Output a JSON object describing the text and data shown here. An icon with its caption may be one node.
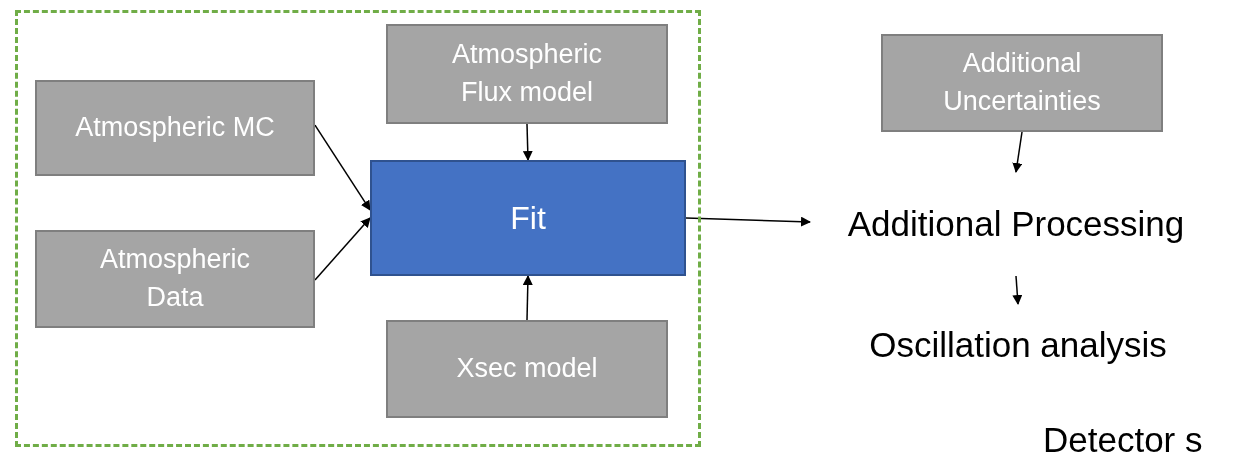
{
  "diagram": {
    "nodes": [
      {
        "text": [],
        "shape": "box"
      },
      {
        "text": [
          "Atmospheric MC"
        ],
        "in": 0
      },
      {
        "text": [
          "Atmospheric Data"
        ],
        "in": 0
      },
      {
        "text": [
          "Atmospheric Flux model"
        ],
        "in": 0
      },
      {
        "text": [
          "Fit"
        ],
        "in": 0
      },
      {
        "text": [
          "Xsec model"
        ],
        "in": 0
      },
      {
        "text": [
          "Additional Uncertainties"
        ]
      },
      {
        "text": [
          "Additional Processing"
        ]
      },
      {
        "text": [
          "Oscillation analysis"
        ]
      }
    ],
    "edges": [
      {
        "from": 1,
        "to": 4,
        "arrow": "to"
      },
      {
        "from": 2,
        "to": 4,
        "arrow": "to"
      },
      {
        "from": 3,
        "to": 4,
        "arrow": "to"
      },
      {
        "from": 5,
        "to": 4,
        "arrow": "to"
      },
      {
        "from": 4,
        "to": 7,
        "arrow": "to"
      },
      {
        "from": 6,
        "to": 7,
        "arrow": "to"
      },
      {
        "from": 7,
        "to": 8,
        "arrow": "to"
      }
    ],
    "labels": [
      "Detector s"
    ]
  }
}
